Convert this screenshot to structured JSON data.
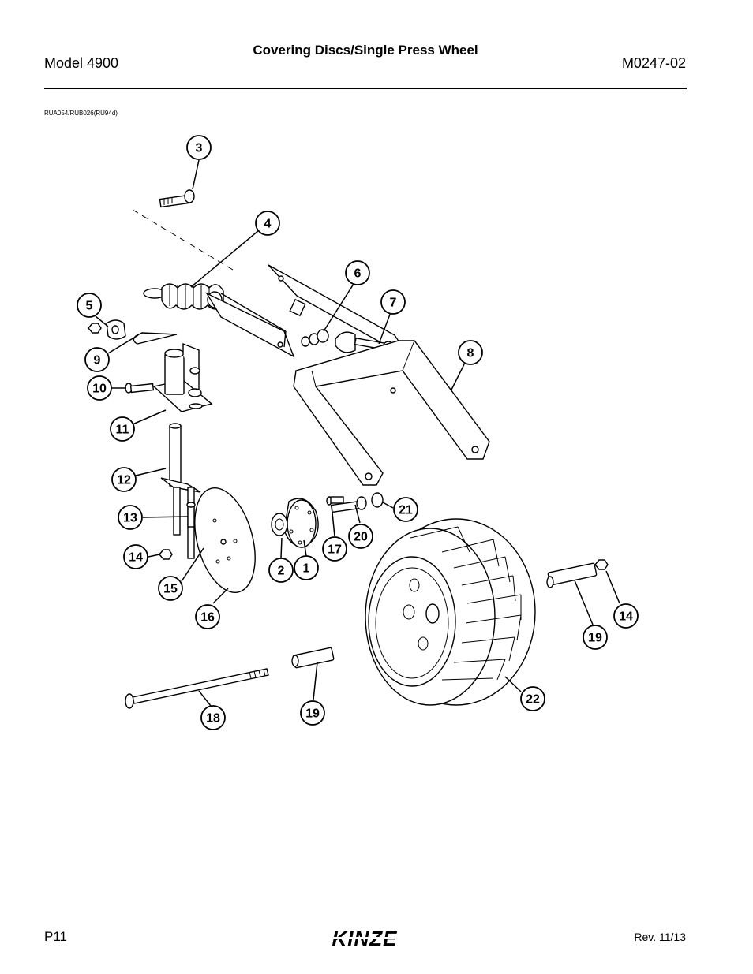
{
  "header": {
    "model": "Model 4900",
    "title": "Covering Discs/Single Press Wheel",
    "doc_number": "M0247-02"
  },
  "figure_ref": "RUA054/RUB026(RU94d)",
  "callouts": [
    "3",
    "4",
    "6",
    "7",
    "5",
    "9",
    "8",
    "10",
    "11",
    "12",
    "13",
    "14",
    "15",
    "16",
    "21",
    "20",
    "17",
    "2",
    "1",
    "22",
    "14",
    "19",
    "18",
    "19"
  ],
  "footer": {
    "page": "P11",
    "brand": "KINZE",
    "revision": "Rev. 11/13"
  }
}
